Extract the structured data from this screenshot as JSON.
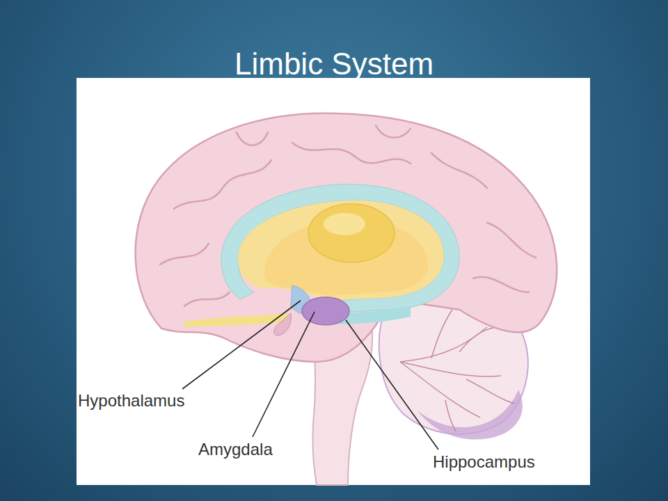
{
  "diagram": {
    "title": "Limbic System",
    "labels": [
      "Hypothalamus",
      "Amygdala",
      "Hippocampus"
    ]
  }
}
